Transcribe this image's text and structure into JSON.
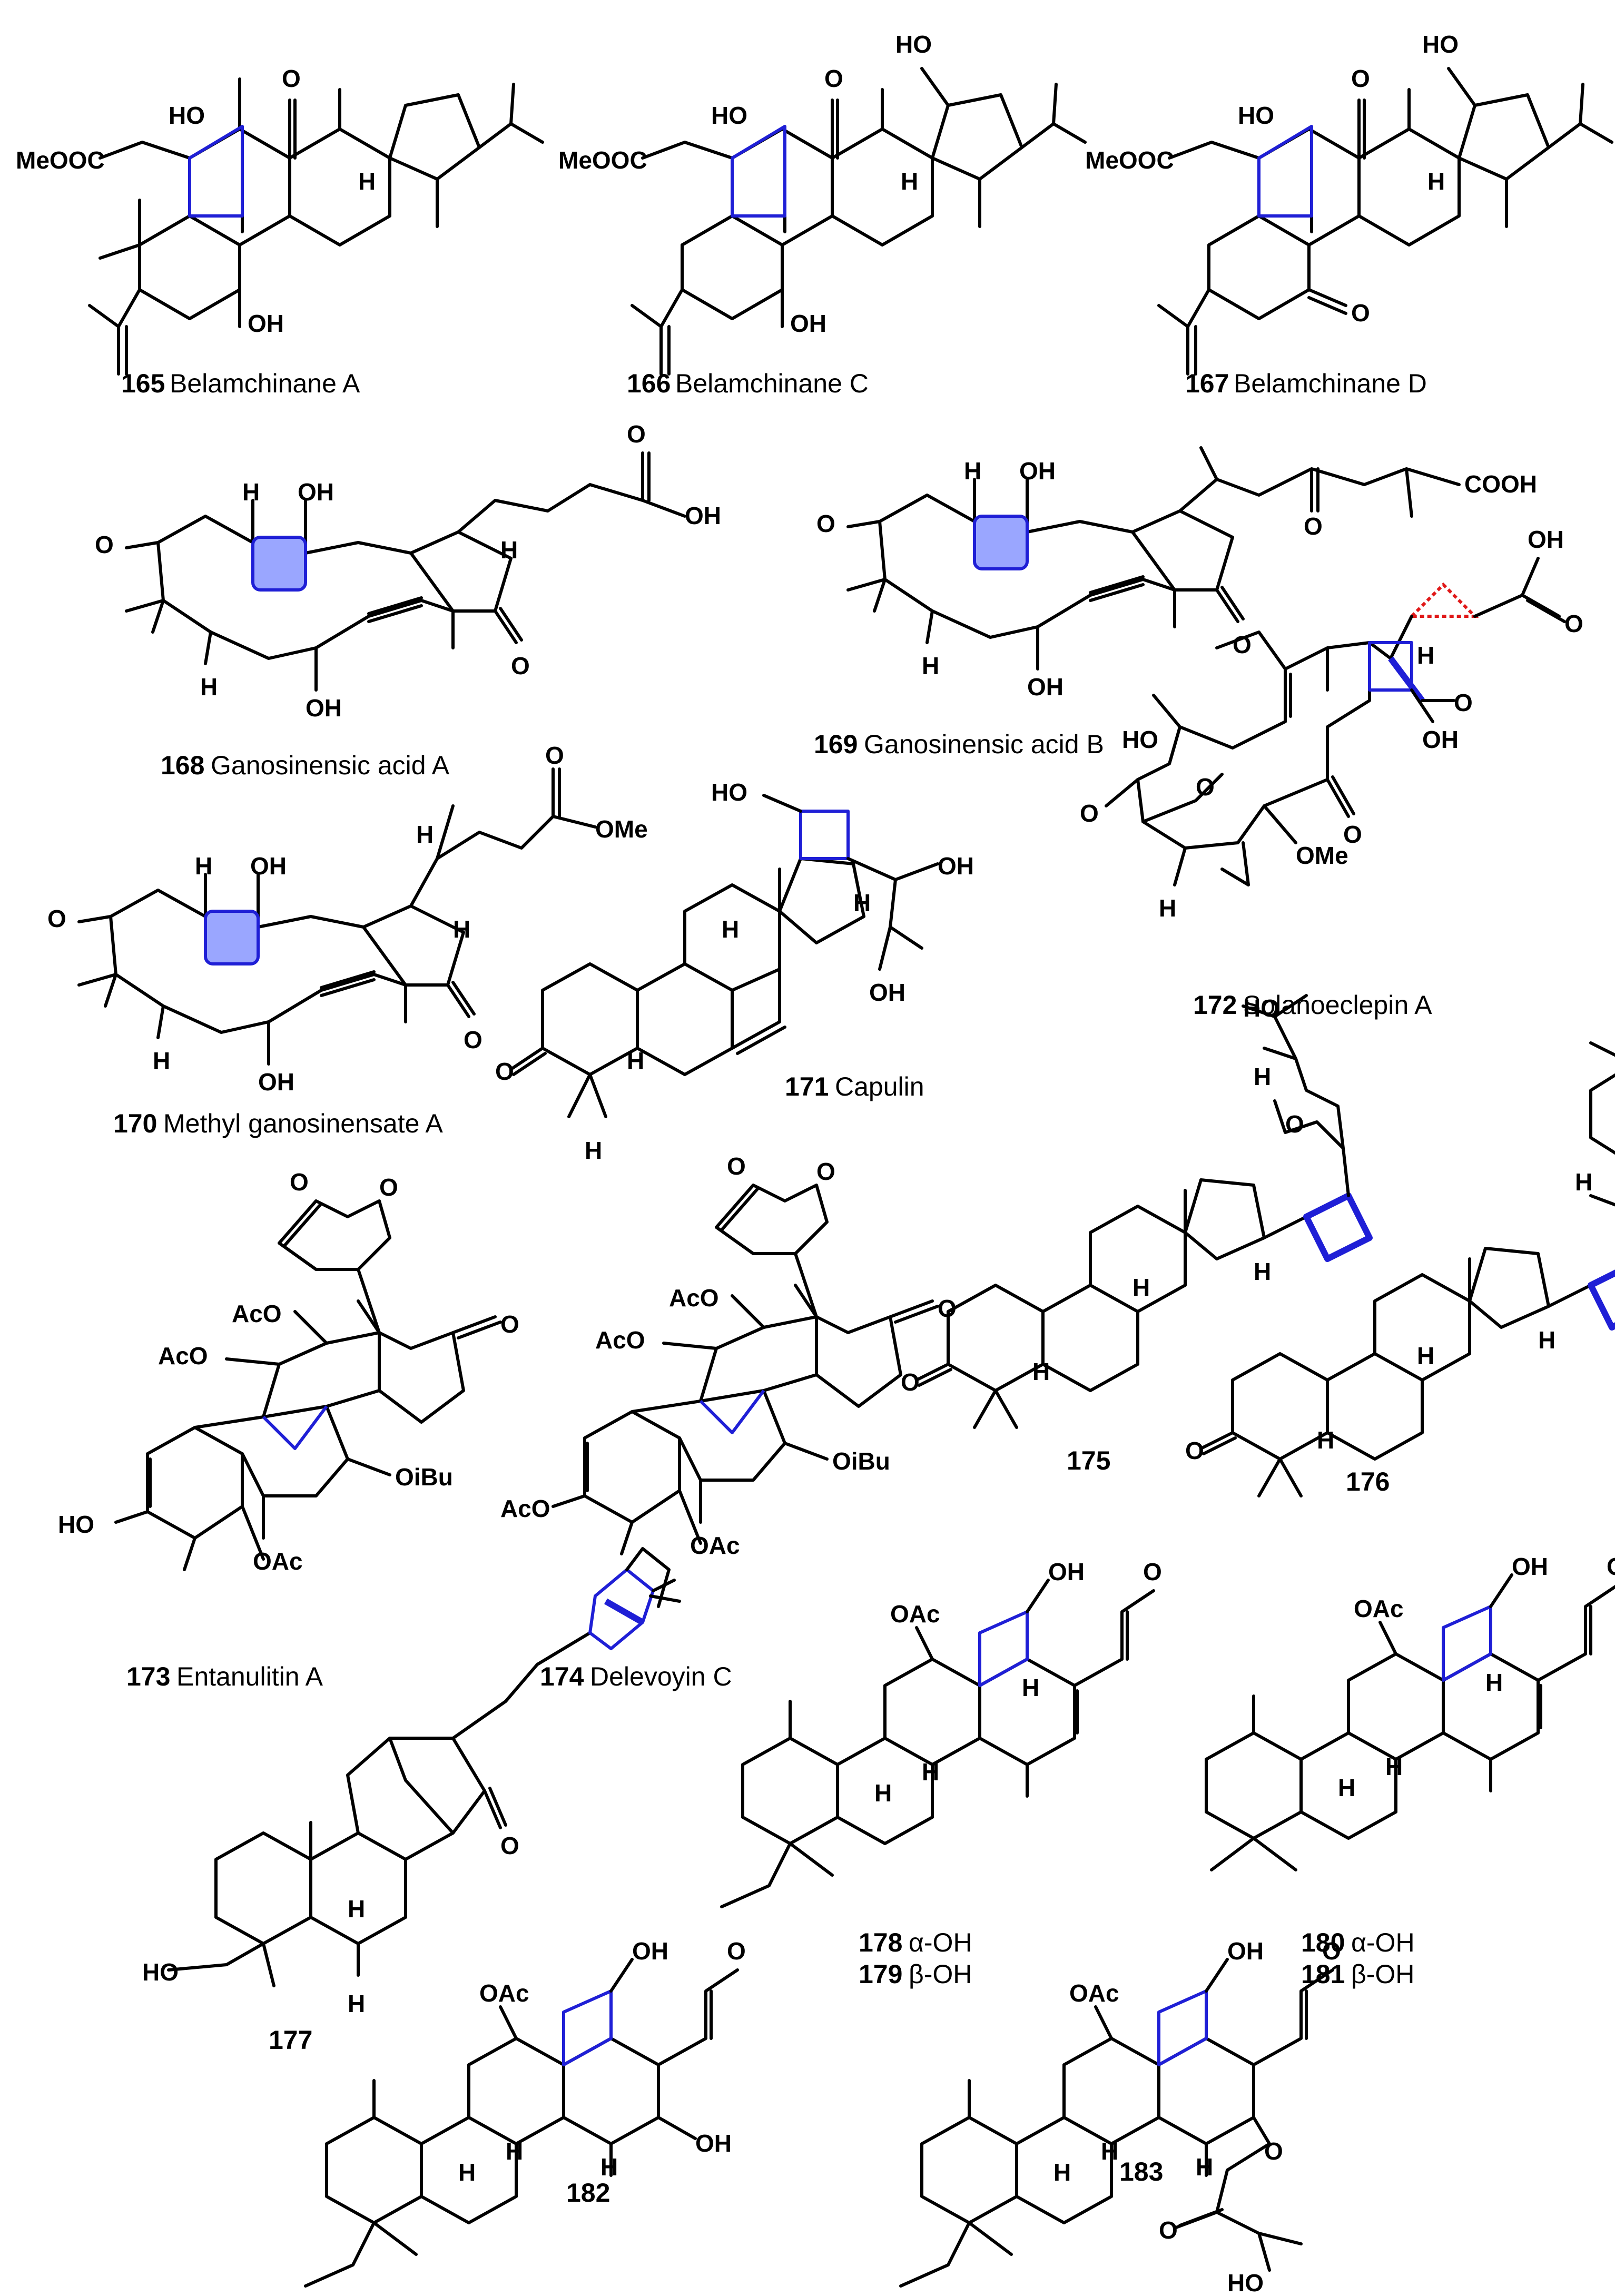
{
  "atoms": {
    "meooc": "MeOOC",
    "ho": "HO",
    "oh": "OH",
    "o": "O",
    "h": "H",
    "ome": "OMe",
    "cooh": "COOH",
    "aco": "AcO",
    "oac": "OAc",
    "oibu": "OiBu"
  },
  "compounds": [
    {
      "number": "165",
      "name": "Belamchinane A"
    },
    {
      "number": "166",
      "name": "Belamchinane C"
    },
    {
      "number": "167",
      "name": "Belamchinane D"
    },
    {
      "number": "168",
      "name": "Ganosinensic acid A"
    },
    {
      "number": "169",
      "name": "Ganosinensic acid B"
    },
    {
      "number": "170",
      "name": "Methyl ganosinensate A"
    },
    {
      "number": "171",
      "name": "Capulin"
    },
    {
      "number": "172",
      "name": "Solanoeclepin A"
    },
    {
      "number": "173",
      "name": "Entanulitin A"
    },
    {
      "number": "174",
      "name": "Delevoyin C"
    },
    {
      "number": "175",
      "name": ""
    },
    {
      "number": "176",
      "name": ""
    },
    {
      "number": "177",
      "name": ""
    },
    {
      "number": "178",
      "name": "α-OH"
    },
    {
      "number": "179",
      "name": "β-OH"
    },
    {
      "number": "180",
      "name": "α-OH"
    },
    {
      "number": "181",
      "name": "β-OH"
    },
    {
      "number": "182",
      "name": ""
    },
    {
      "number": "183",
      "name": ""
    }
  ],
  "colors": {
    "highlight_blue": "#1f1fd6",
    "highlight_red": "#e01818",
    "ink": "#000000"
  }
}
